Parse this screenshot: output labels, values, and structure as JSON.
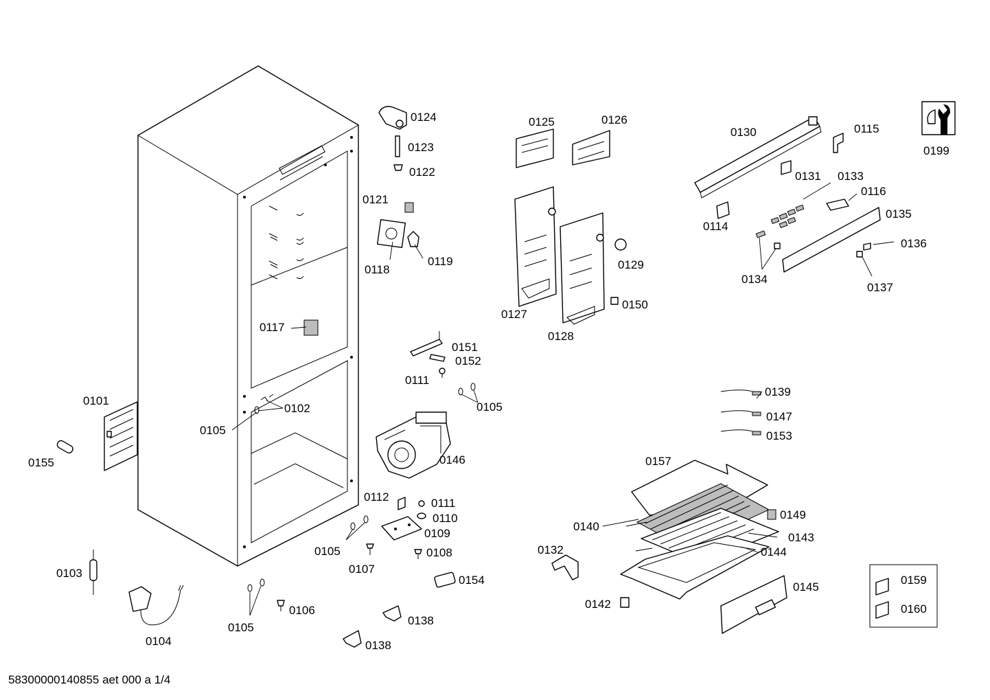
{
  "labels": {
    "p0101": "0101",
    "p0102": "0102",
    "p0103": "0103",
    "p0104": "0104",
    "p0105a": "0105",
    "p0105b": "0105",
    "p0105c": "0105",
    "p0105d": "0105",
    "p0106": "0106",
    "p0107": "0107",
    "p0108": "0108",
    "p0109": "0109",
    "p0110": "0110",
    "p0111a": "0111",
    "p0111b": "0111",
    "p0112": "0112",
    "p0114": "0114",
    "p0115": "0115",
    "p0116": "0116",
    "p0117": "0117",
    "p0118": "0118",
    "p0119": "0119",
    "p0121": "0121",
    "p0122": "0122",
    "p0123": "0123",
    "p0124": "0124",
    "p0125": "0125",
    "p0126": "0126",
    "p0127": "0127",
    "p0128": "0128",
    "p0129": "0129",
    "p0130": "0130",
    "p0131": "0131",
    "p0132": "0132",
    "p0133": "0133",
    "p0134": "0134",
    "p0135": "0135",
    "p0136": "0136",
    "p0137": "0137",
    "p0138a": "0138",
    "p0138b": "0138",
    "p0139": "0139",
    "p0140": "0140",
    "p0142": "0142",
    "p0143": "0143",
    "p0144": "0144",
    "p0145": "0145",
    "p0146": "0146",
    "p0147": "0147",
    "p0149": "0149",
    "p0150": "0150",
    "p0151": "0151",
    "p0152": "0152",
    "p0153": "0153",
    "p0154": "0154",
    "p0155": "0155",
    "p0157": "0157",
    "p0159": "0159",
    "p0160": "0160",
    "p0199": "0199"
  },
  "footer": "58300000140855 aet 000 a 1/4"
}
